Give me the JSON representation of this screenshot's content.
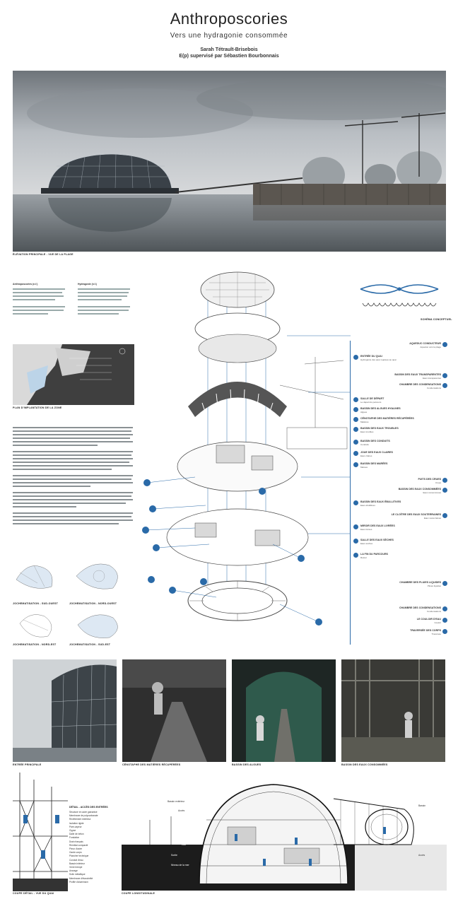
{
  "header": {
    "title": "Anthroposcories",
    "subtitle": "Vers une hydragonie consommée",
    "author": "Sarah Tétrault-Brisebois",
    "supervision": "E(p) supervisé par Sébastien Bourbonnais"
  },
  "captions": {
    "hero": "ÉLÉVATION PRINCIPALE - VUE DE LA PLAGE",
    "site_plan": "PLAN D'IMPLANTATION DE LA ZONE",
    "concept": "SCHÉMA CONCEPTUEL",
    "sketch1": "JOCHEMATISATION - SUD-OUEST",
    "sketch2": "JOCHEMATISATION - NORD-OUEST",
    "sketch3": "JOCHEMATISATION - NORD-EST",
    "sketch4": "JOCHEMATISATION - SUD-EST",
    "photo1": "ENTRÉE PRINCIPALE",
    "photo2": "CÉNOTAPHE DES MATIÈRES RÉCUPÉRÉES",
    "photo3": "BASSIN DES ALGUES",
    "photo4": "BASSIN DES EAUX CONSOMMÉES",
    "section1": "COUPE DÉTAIL - VUE DU QUAI",
    "section2": "COUPE LONGITUDINALE",
    "notes_title": "DÉTAIL - ACCÈS DES ENTRÉES"
  },
  "legend": {
    "left": [
      {
        "title": "ENTRÉE DU QUAI",
        "note": "Hydrogénie des eaux rejetées au quai"
      },
      {
        "title": "SALLE DE DÉPART",
        "note": "Le départ du parcours"
      },
      {
        "title": "BASSIN DES ALGUES HYALINES",
        "note": "Algues"
      },
      {
        "title": "CÉNOTAPHE DES MATIÈRES RÉCUPÉRÉES",
        "note": "Matières"
      },
      {
        "title": "BASSIN DES EAUX TROUBLES",
        "note": "Eaux troubles"
      },
      {
        "title": "BASSIN DES CONDUITS",
        "note": "Conduits"
      },
      {
        "title": "JOUE DES EAUX CLAIRES",
        "note": "Eaux claires"
      },
      {
        "title": "BASSIN DES MARÉES",
        "note": "Marées"
      },
      {
        "title": "BASSIN DES EAUX ÉBULLITIVES",
        "note": "Eaux ébullitives"
      },
      {
        "title": "MIROIR DES EAUX LIVRÉES",
        "note": "Eaux livrées"
      },
      {
        "title": "SALLE DES EAUX SÈCHES",
        "note": "Eaux sèches"
      },
      {
        "title": "LA FIN DU PARCOURS",
        "note": "Retour"
      }
    ],
    "right": [
      {
        "title": "AQUEDUC CONDUCTEUR",
        "note": "Aqueduc vers la plage"
      },
      {
        "title": "BASSIN DES EAUX TRANSPARENTES",
        "note": "Eaux transparentes"
      },
      {
        "title": "CHAMBRE DES CONDENSATIONS",
        "note": "Condensations"
      },
      {
        "title": "PUITS DES CRUES",
        "note": "Crues"
      },
      {
        "title": "BASSIN DES EAUX CONSOMMÉES",
        "note": "Eaux consommées"
      },
      {
        "title": "LE CLOÎTRE DES EAUX SOUTERRAINES",
        "note": "Eaux souterraines"
      },
      {
        "title": "CHAMBRE DES PLUIES LIQUIDES",
        "note": "Pluies liquides"
      },
      {
        "title": "CHAMBRE DES CONDENSATIONS",
        "note": "Condensations"
      },
      {
        "title": "LE COULOIR D'EAU",
        "note": "Couloir"
      },
      {
        "title": "TRAVERSÉE DES CORPS",
        "note": "Traversée"
      }
    ]
  },
  "notes": [
    "Structure en acier galvanisé",
    "Membrane de polycarbonate",
    "Revêtement extérieur",
    "Isolation rigide",
    "Pare-vapeur",
    "Gypse",
    "Dalle de béton",
    "Fondation",
    "Drain français",
    "Remblai compacté",
    "Pieux d'acier",
    "Garde-corps",
    "Plancher technique",
    "Conduit d'eau",
    "Bassin intérieur",
    "Verre trempé",
    "Ancrage",
    "Solin métallique",
    "Membrane d'étanchéité",
    "Profilé d'aluminium"
  ],
  "labels": {
    "left_text_a": "Anthroposcories (n.f.)",
    "left_text_b": "Hydragonie (n.f.)",
    "sec_a": "Bassin extérieur",
    "sec_b": "Accès",
    "sec_c": "Eau",
    "sec_d": "Sortie",
    "sec_e": "Niveau de la mer",
    "sec_f": "Bassin",
    "sec_g": "Accès"
  }
}
